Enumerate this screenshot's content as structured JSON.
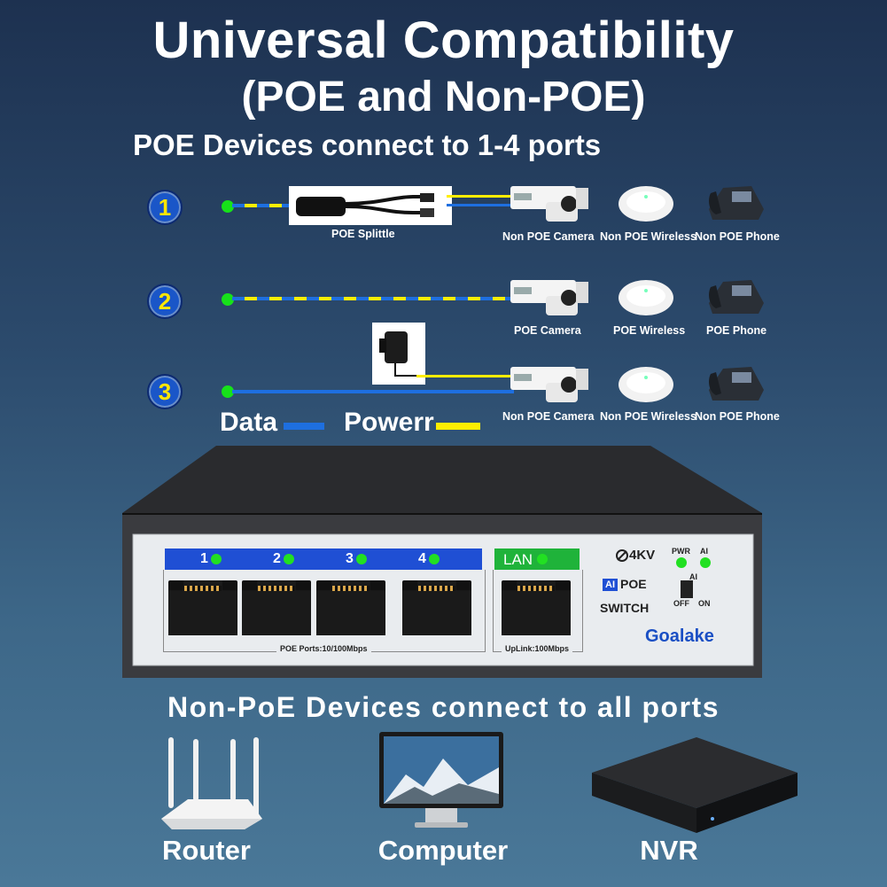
{
  "title": "Universal Compatibility",
  "subtitle": "(POE and Non-POE)",
  "poe_heading": "POE Devices connect to 1-4 ports",
  "rows": [
    {
      "number": "1",
      "adapter_label": "POE Splittle",
      "devices": [
        "Non POE  Camera",
        "Non POE  Wireless",
        "Non POE  Phone"
      ]
    },
    {
      "number": "2",
      "devices": [
        "POE  Camera",
        "POE  Wireless",
        "POE  Phone"
      ]
    },
    {
      "number": "3",
      "devices": [
        "Non POE Camera",
        "Non POE  Wireless",
        "Non POE  Phone"
      ]
    }
  ],
  "legend": {
    "data": "Data",
    "power": "Powerr",
    "data_color": "#1e6fe0",
    "power_color": "#ffee00"
  },
  "switch": {
    "port_numbers": [
      "1",
      "2",
      "3",
      "4"
    ],
    "lan_label": "LAN",
    "poe_ports_label": "POE Ports:10/100Mbps",
    "uplink_label": "UpLink:100Mbps",
    "surge": "4KV",
    "ai_badge": "AI",
    "poe_text": "POE",
    "switch_text": "SWITCH",
    "pwr": "PWR",
    "ai": "AI",
    "toggle_label": "AI",
    "off": "OFF",
    "on": "ON",
    "brand": "Goalake",
    "port_color": "#1f4fd4",
    "lan_color": "#1fb33a"
  },
  "non_poe_heading": "Non-PoE  Devices  connect  to  all  ports",
  "bottom_devices": [
    "Router",
    "Computer",
    "NVR"
  ]
}
